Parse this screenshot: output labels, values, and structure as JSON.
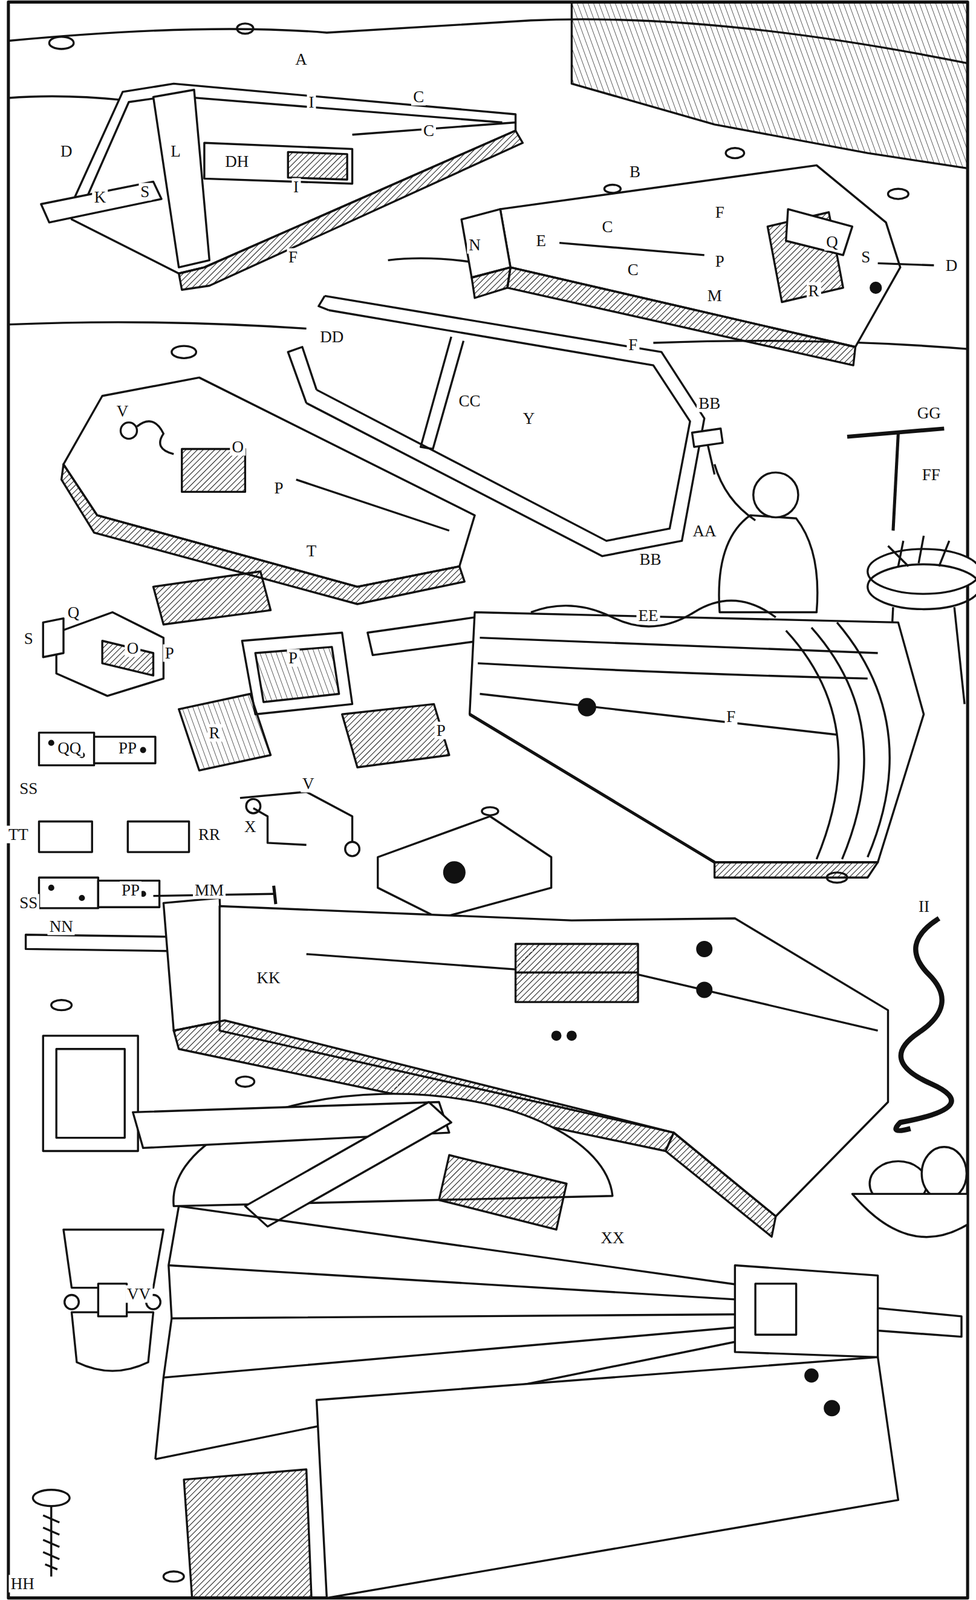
{
  "diagram": {
    "labels": [
      "A",
      "I",
      "C",
      "C",
      "D",
      "L",
      "DH",
      "I",
      "K",
      "S",
      "B",
      "F",
      "N",
      "E",
      "C",
      "Q",
      "P",
      "S",
      "D",
      "F",
      "C",
      "R",
      "M",
      "DD",
      "F",
      "CC",
      "Y",
      "BB",
      "GG",
      "V",
      "O",
      "FF",
      "P",
      "AA",
      "T",
      "BB",
      "Q",
      "EE",
      "S",
      "O",
      "P",
      "P",
      "F",
      "P",
      "R",
      "QQ",
      "PP",
      "V",
      "SS",
      "X",
      "TT",
      "RR",
      "PP",
      "MM",
      "SS",
      "II",
      "NN",
      "KK",
      "XX",
      "VV",
      "HH"
    ]
  }
}
